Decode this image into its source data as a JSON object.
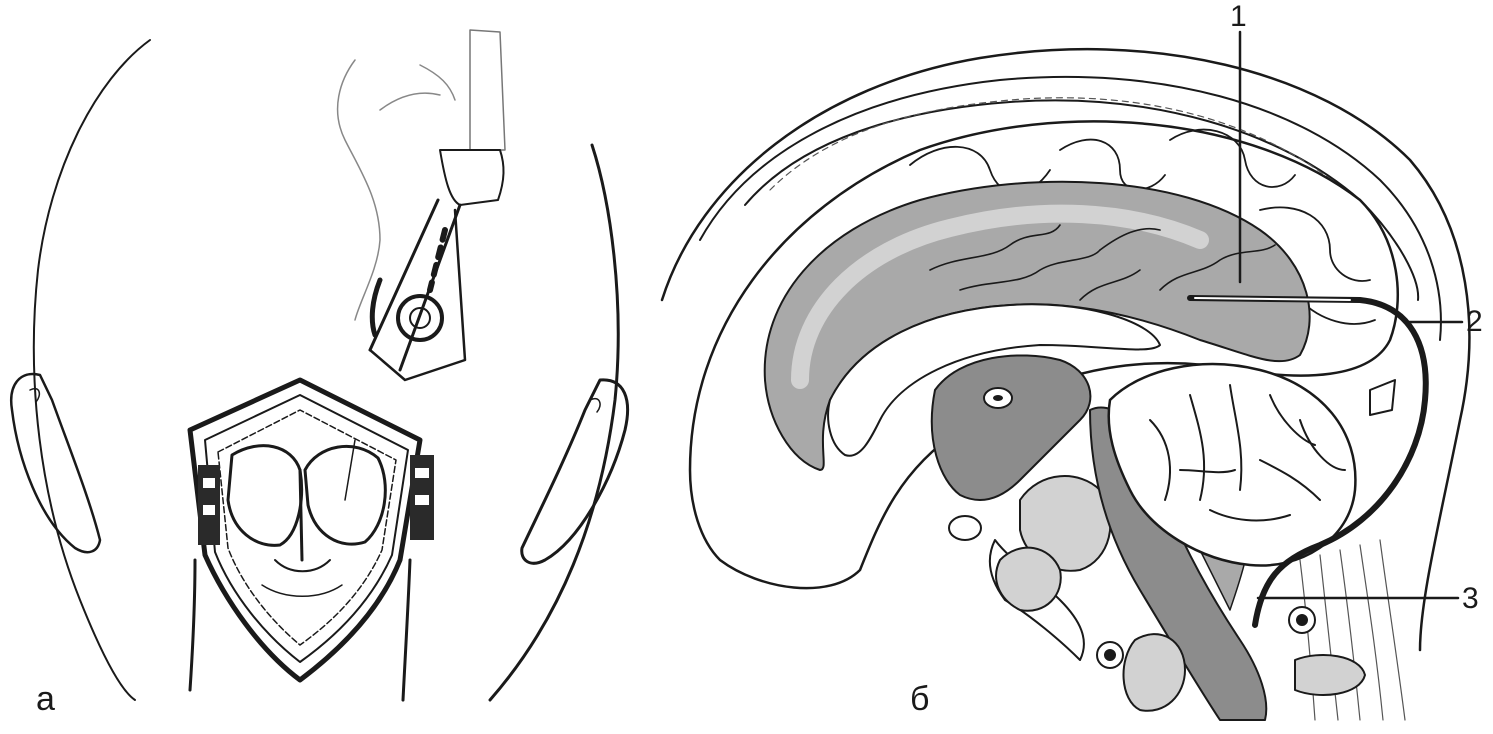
{
  "figure": {
    "panel_a": {
      "letter": "а"
    },
    "panel_b": {
      "letter": "б"
    },
    "callouts": [
      {
        "id": "1",
        "label": "1"
      },
      {
        "id": "2",
        "label": "2"
      },
      {
        "id": "3",
        "label": "3"
      }
    ]
  },
  "colors": {
    "ink": "#1a1a1a",
    "brain_gray": "#a9a9a9",
    "brainstem_gray": "#8c8c8c",
    "light_gray": "#d2d2d2",
    "paper": "#ffffff"
  }
}
